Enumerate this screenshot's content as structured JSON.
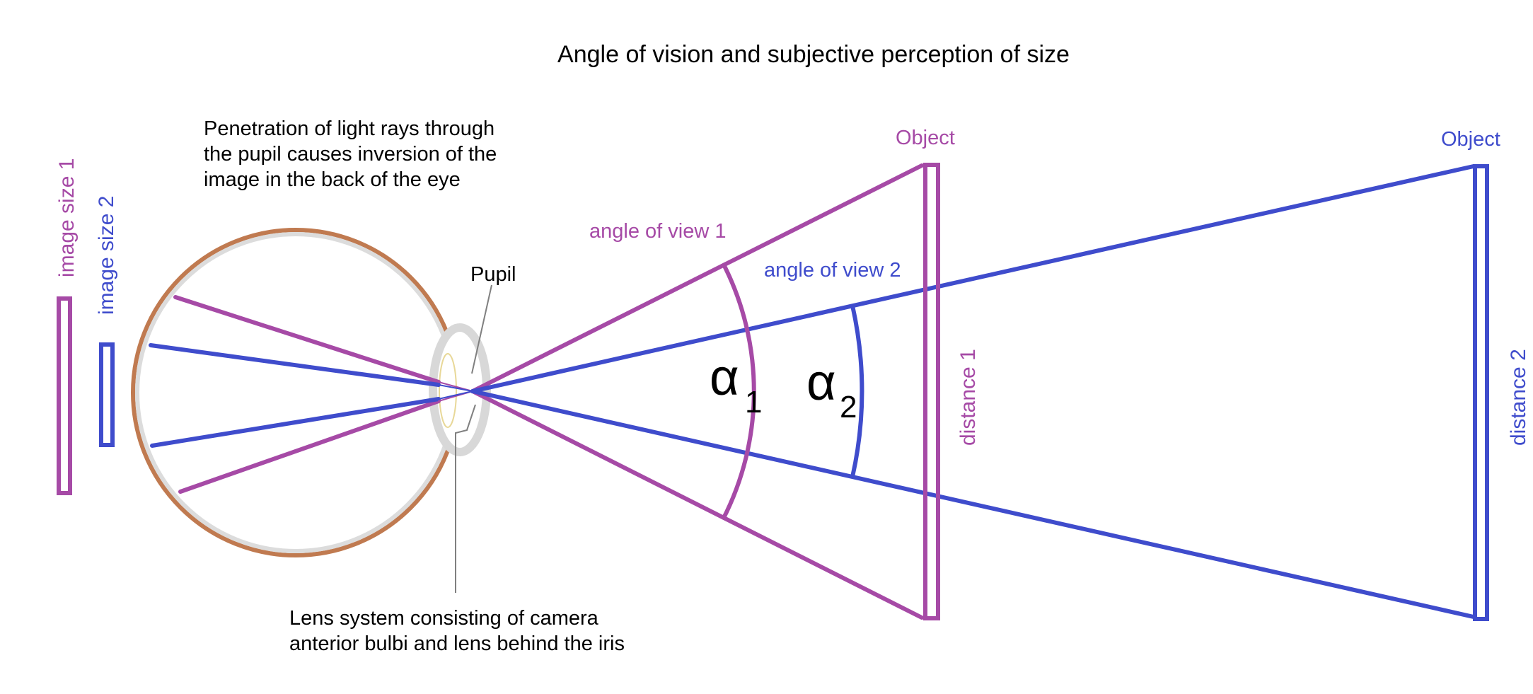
{
  "title": "Angle of vision and subjective perception of size",
  "labels": {
    "image_size_1": "image size 1",
    "image_size_2": "image size 2",
    "penetration": [
      "Penetration of light rays through",
      "the pupil causes inversion of the",
      "image in the back of the eye"
    ],
    "pupil": "Pupil",
    "lens_system": [
      "Lens system consisting of camera",
      "anterior bulbi and lens behind the iris"
    ],
    "object_1": "Object",
    "object_2": "Object",
    "angle_of_view_1": "angle of view 1",
    "angle_of_view_2": "angle of view 2",
    "alpha_symbol": "α",
    "alpha_1_sub": "1",
    "alpha_2_sub": "2",
    "distance_1": "distance 1",
    "distance_2": "distance 2"
  },
  "colors": {
    "purple": "#a64aa6",
    "blue": "#3f4ccc",
    "sclera": "#c07a50",
    "eye_inner": "#dcdcdc",
    "lens_outline": "#e8d898",
    "pointer": "#808080",
    "text": "#000000"
  }
}
